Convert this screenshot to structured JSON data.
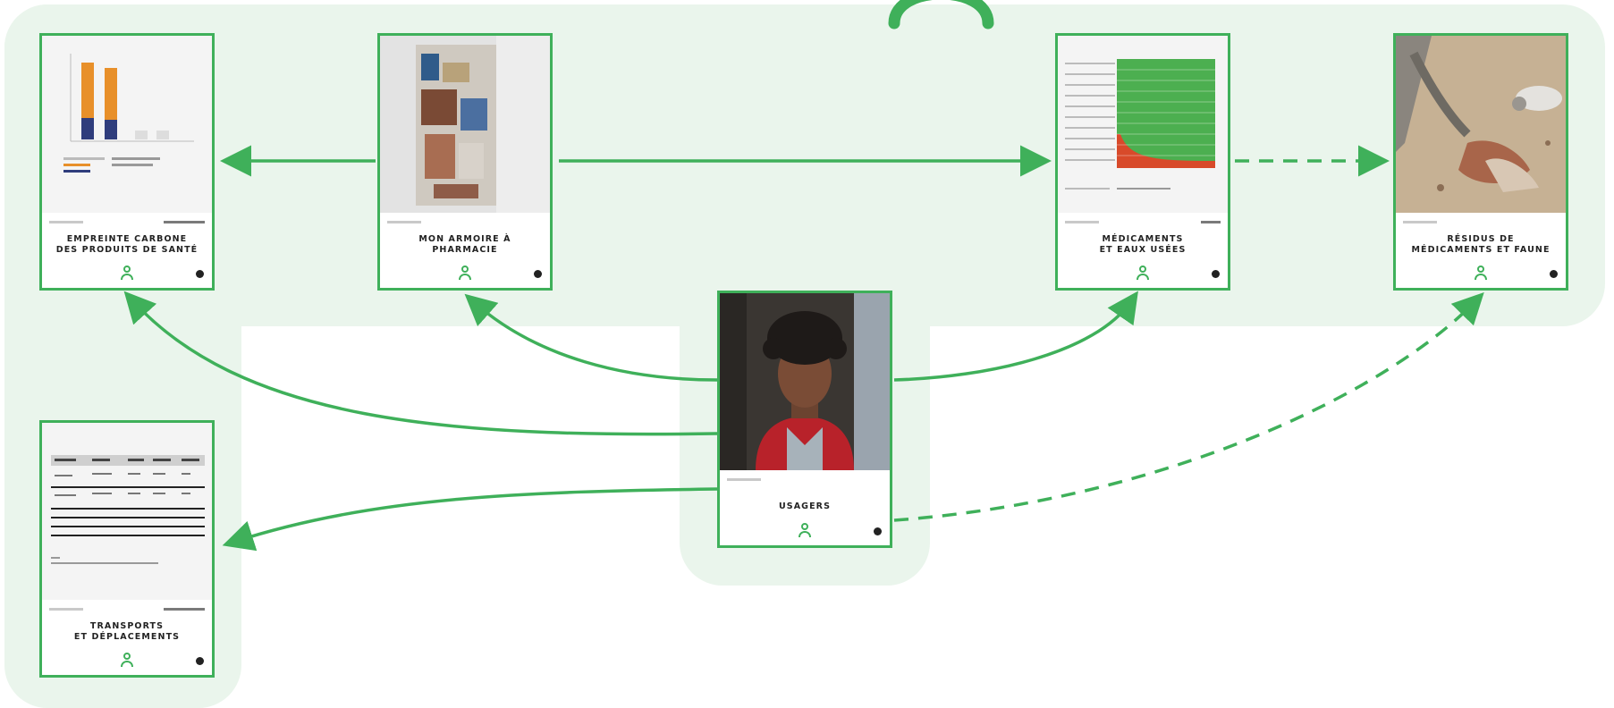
{
  "colors": {
    "accent": "#3fb05a",
    "panel": "#eaf5ec",
    "bar_orange": "#e8902a",
    "bar_navy": "#2f3d7c",
    "heat_green": "#4caf50",
    "heat_red": "#d84a2a"
  },
  "cards": [
    {
      "id": "empreinte",
      "title": "EMPREINTE CARBONE\nDES PRODUITS DE SANTÉ",
      "thumbnail": "stacked-bar-chart"
    },
    {
      "id": "armoire",
      "title": "MON ARMOIRE À\nPHARMACIE",
      "thumbnail": "medicine-cabinet-photo"
    },
    {
      "id": "medicaments-eau",
      "title": "MÉDICAMENTS\nET EAUX USÉES",
      "thumbnail": "heatmap-chart"
    },
    {
      "id": "residus-faune",
      "title": "RÉSIDUS DE\nMÉDICAMENTS ET FAUNE",
      "thumbnail": "vultures-photo"
    },
    {
      "id": "usagers",
      "title": "USAGERS",
      "thumbnail": "portrait-photo"
    },
    {
      "id": "transports",
      "title": "TRANSPORTS\nET DÉPLACEMENTS",
      "thumbnail": "data-table"
    }
  ],
  "icons": {
    "card_logo": "leaf-person-icon",
    "card_corner": "gear-icon",
    "top_partial": "arch-icon"
  },
  "arrows": [
    {
      "from": "armoire",
      "to": "empreinte",
      "style": "solid"
    },
    {
      "from": "armoire",
      "to": "medicaments-eau",
      "style": "solid"
    },
    {
      "from": "medicaments-eau",
      "to": "residus-faune",
      "style": "dashed"
    },
    {
      "from": "usagers",
      "to": "empreinte",
      "style": "solid"
    },
    {
      "from": "usagers",
      "to": "armoire",
      "style": "solid"
    },
    {
      "from": "usagers",
      "to": "medicaments-eau",
      "style": "solid"
    },
    {
      "from": "usagers",
      "to": "transports",
      "style": "solid"
    },
    {
      "from": "usagers",
      "to": "residus-faune",
      "style": "dashed"
    }
  ]
}
